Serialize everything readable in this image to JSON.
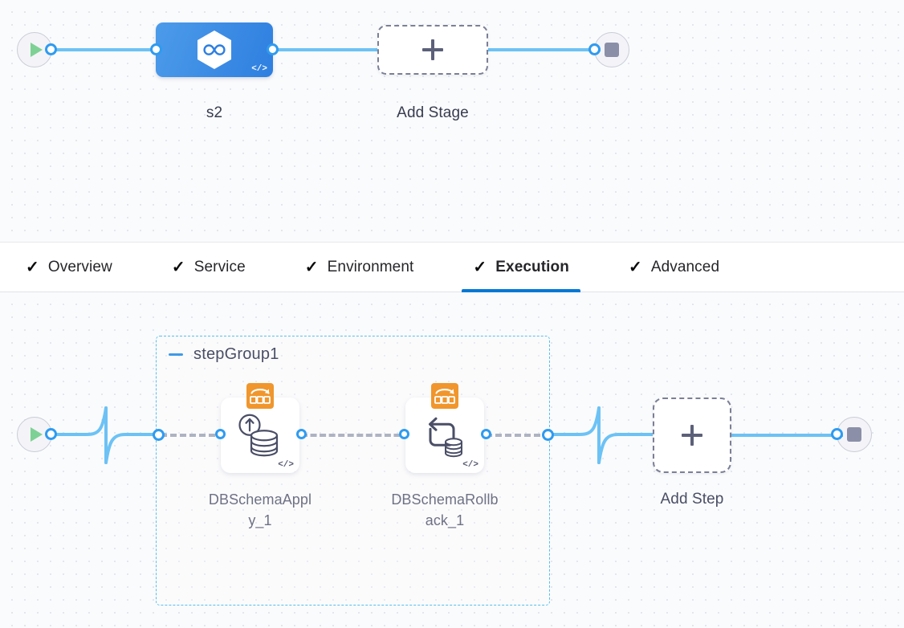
{
  "stage_canvas": {
    "start_node": {
      "name": "pipeline-start",
      "icon": "play-icon"
    },
    "stage": {
      "label": "s2",
      "icon": "harness-hexagon-infinity-icon",
      "code_badge": "</>",
      "color": "#2e7fe0"
    },
    "add_stage": {
      "label": "Add Stage",
      "icon": "plus-icon"
    },
    "end_node": {
      "name": "pipeline-end",
      "icon": "stop-icon"
    }
  },
  "tabs": {
    "items": [
      {
        "label": "Overview",
        "check": "✓",
        "active": false
      },
      {
        "label": "Service",
        "check": "✓",
        "active": false
      },
      {
        "label": "Environment",
        "check": "✓",
        "active": false
      },
      {
        "label": "Execution",
        "check": "✓",
        "active": true
      },
      {
        "label": "Advanced",
        "check": "✓",
        "active": false
      }
    ],
    "active_index": 3,
    "active_underline_color": "#0278d5"
  },
  "execution_canvas": {
    "start_node": {
      "name": "execution-start",
      "icon": "play-icon"
    },
    "step_group": {
      "title": "stepGroup1",
      "collapse_icon": "minus-icon",
      "border_color": "#56bfee",
      "steps": [
        {
          "label": "DBSchemaApply_1",
          "label_line1": "DBSchemaAppl",
          "label_line2": "y_1",
          "icon": "db-schema-apply-icon",
          "badge_icon": "rollback-step-group-badge-icon",
          "badge_color": "#f0962d",
          "code_badge": "</>"
        },
        {
          "label": "DBSchemaRollback_1",
          "label_line1": "DBSchemaRollb",
          "label_line2": "ack_1",
          "icon": "db-schema-rollback-icon",
          "badge_icon": "rollback-step-group-badge-icon",
          "badge_color": "#f0962d",
          "code_badge": "</>"
        }
      ]
    },
    "add_step": {
      "label": "Add Step",
      "icon": "plus-icon"
    },
    "end_node": {
      "name": "execution-end",
      "icon": "stop-icon"
    }
  },
  "theme": {
    "canvas_bg": "#fafbfc",
    "link_color": "#6cc2f5",
    "dashed_link_color": "#9aa0b5",
    "port_color": "#2f9bf0"
  }
}
